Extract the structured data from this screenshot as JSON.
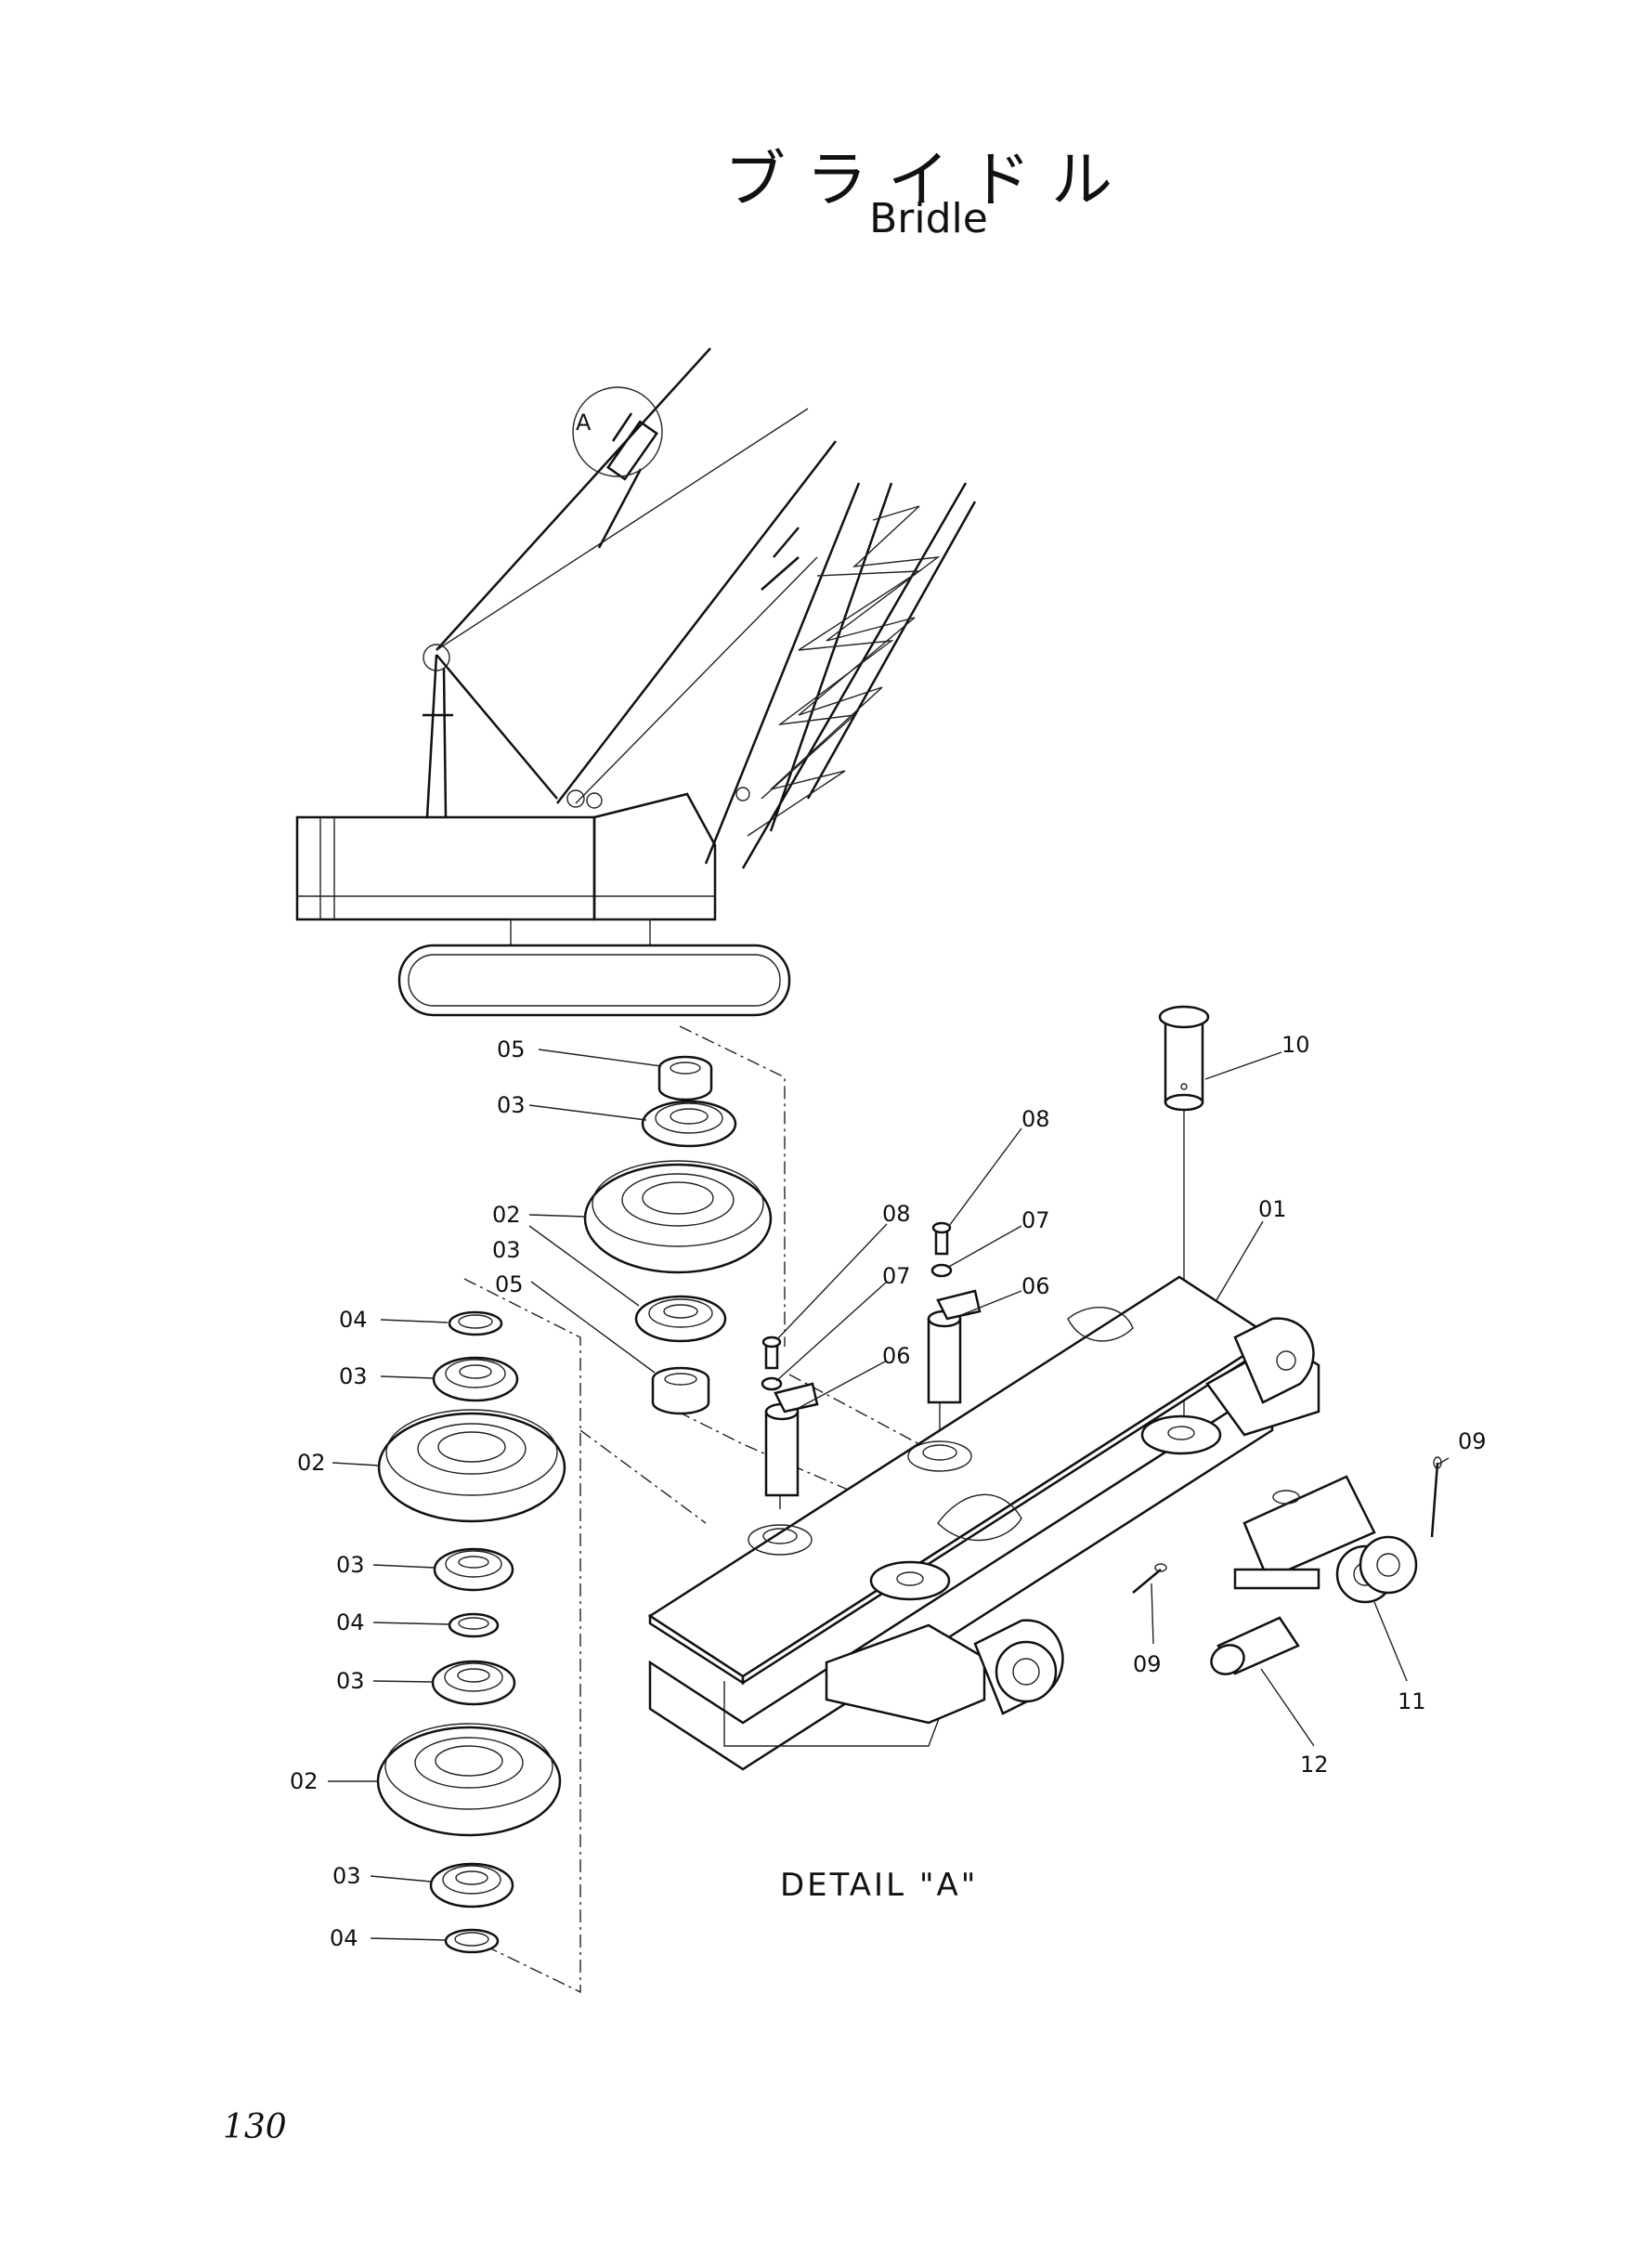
{
  "title": {
    "japanese": "ブライドル",
    "english": "Bridle"
  },
  "detail_marker": "A",
  "detail_caption": "DETAIL \"A\"",
  "page_number": "130",
  "callouts": {
    "c05a": "05",
    "c03a": "03",
    "c02a": "02",
    "c03b": "03",
    "c05b": "05",
    "c04a": "04",
    "c03c": "03",
    "c02b": "02",
    "c03d": "03",
    "c04b": "04",
    "c03e": "03",
    "c02c": "02",
    "c03f": "03",
    "c04c": "04",
    "c08a": "08",
    "c07a": "07",
    "c06a": "06",
    "c08b": "08",
    "c07b": "07",
    "c06b": "06",
    "c10": "10",
    "c01": "01",
    "c09a": "09",
    "c09b": "09",
    "c11": "11",
    "c12": "12"
  }
}
